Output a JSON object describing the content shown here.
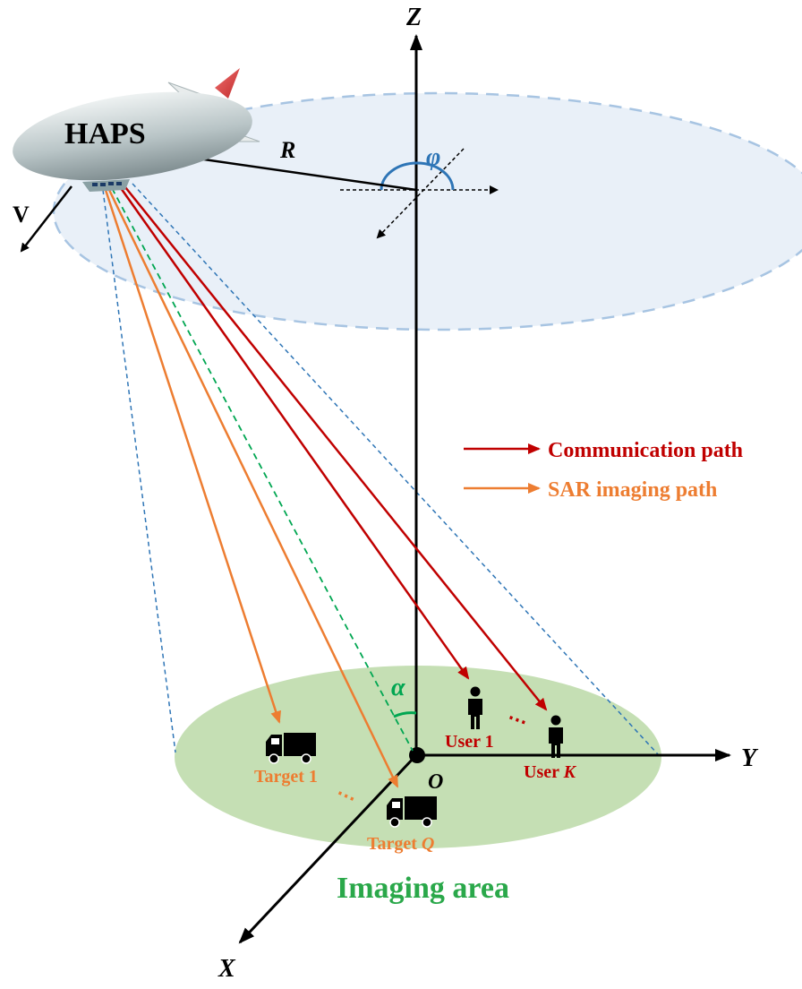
{
  "haps": {
    "label": "HAPS"
  },
  "velocity_label": "V",
  "radius_label": "R",
  "phi_label": "φ",
  "alpha_label": "α",
  "axes": {
    "z": "Z",
    "y": "Y",
    "x": "X",
    "origin": "O"
  },
  "legend": {
    "communication": "Communication path",
    "sar": "SAR imaging path"
  },
  "users": {
    "user1": "User 1",
    "userK_prefix": "User ",
    "userK_var": "K",
    "dots": "⋯"
  },
  "targets": {
    "target1": "Target 1",
    "targetQ_prefix": "Target ",
    "targetQ_var": "Q",
    "dots": "⋯"
  },
  "area_label": "Imaging area",
  "colors": {
    "communication": "#c00000",
    "sar": "#ed7d31",
    "area_text": "#2aa84a",
    "area_fill": "#c5dfb4",
    "orbit_fill": "#e9f0f8",
    "orbit_stroke": "#a7c4e2",
    "phi": "#2e75b6",
    "alpha": "#00a651"
  }
}
